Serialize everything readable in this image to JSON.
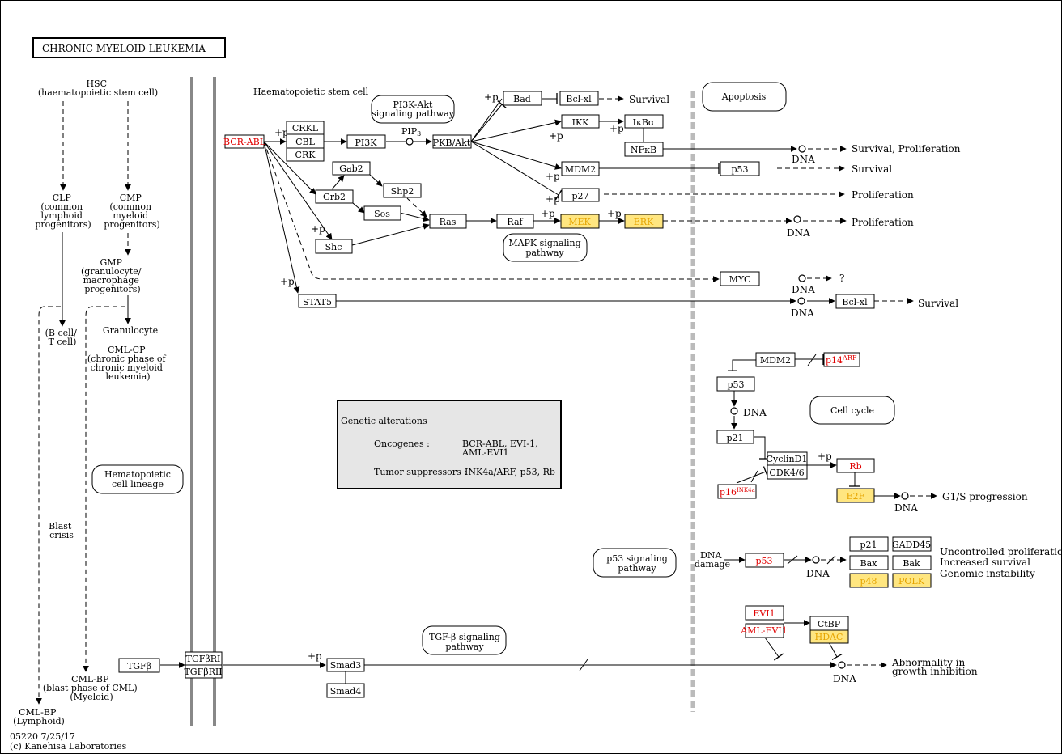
{
  "title": "CHRONIC  MYELOID  LEUKEMIA",
  "footer": {
    "map_id": "05220 7/25/17",
    "copyright": "(c) Kanehisa Laboratories"
  },
  "lineage": {
    "hsc": [
      "HSC",
      "(haematopoietic stem cell)"
    ],
    "clp": [
      "CLP",
      "(common",
      "lymphoid",
      "progenitors)"
    ],
    "cmp": [
      "CMP",
      "(common",
      "myeloid",
      "progenitors)"
    ],
    "gmp": [
      "GMP",
      "(granulocyte/",
      "macrophage",
      "progenitors)"
    ],
    "bt": [
      "(B cell/",
      "T cell)"
    ],
    "granulocyte": "Granulocyte",
    "cmlcp": [
      "CML-CP",
      "(chronic phase of",
      "chronic myeloid",
      "leukemia)"
    ],
    "blast": [
      "Blast",
      "crisis"
    ],
    "cmlbp_myeloid": [
      "CML-BP",
      "(blast phase of CML)",
      "(Myeloid)"
    ],
    "cmlbp_lymphoid": [
      "CML-BP",
      "(Lymphoid)"
    ]
  },
  "pathway_links": {
    "hematopoietic": [
      "Hematopoietic",
      "cell lineage"
    ],
    "pi3k": [
      "PI3K-Akt",
      "signaling pathway"
    ],
    "mapk": [
      "MAPK signaling",
      "pathway"
    ],
    "apoptosis": "Apoptosis",
    "cellcycle": "Cell cycle",
    "p53": [
      "p53 signaling",
      "pathway"
    ],
    "tgfb": [
      "TGF-β signaling",
      "pathway"
    ]
  },
  "labels": {
    "hsc_region": "Haematopoietic stem cell",
    "plus_p": "+p",
    "pip3": "PIP",
    "pip3_sub": "3",
    "dna": "DNA",
    "question": "?",
    "dna_damage": [
      "DNA",
      "damage"
    ]
  },
  "genes": {
    "bcrabl": "BCR-ABL",
    "crkl": "CRKL",
    "cbl": "CBL",
    "crk": "CRK",
    "pi3k": "PI3K",
    "pkb": "PKB/Akt",
    "bad": "Bad",
    "bclxl": "Bcl-xl",
    "ikk": "IKK",
    "ikba": "IκBα",
    "nfkb": "NFκB",
    "mdm2": "MDM2",
    "p53": "p53",
    "p27": "p27",
    "gab2": "Gab2",
    "shp2": "Shp2",
    "grb2": "Grb2",
    "sos": "Sos",
    "shc": "Shc",
    "ras": "Ras",
    "raf": "Raf",
    "mek": "MEK",
    "erk": "ERK",
    "myc": "MYC",
    "stat5": "STAT5",
    "bclxl2": "Bcl-xl",
    "mdm2b": "MDM2",
    "p14": "p14",
    "p14_sup": "ARF",
    "p53b": "p53",
    "p21": "p21",
    "cyclind1": "CyclinD1",
    "cdk46": "CDK4/6",
    "p16": "p16",
    "p16_sup": "INK4a",
    "rb": "Rb",
    "e2f": "E2F",
    "p53c": "p53",
    "p21b": "p21",
    "gadd45": "GADD45",
    "bax": "Bax",
    "bak": "Bak",
    "p48": "p48",
    "polk": "POLK",
    "evi1": "EVI1",
    "amlevi1": "AML-EVI1",
    "ctbp": "CtBP",
    "hdac": "HDAC",
    "tgfb": "TGFβ",
    "tgfbr1": "TGFβRI",
    "tgfbr2": "TGFβRII",
    "smad3": "Smad3",
    "smad4": "Smad4"
  },
  "outcomes": {
    "survival1": "Survival",
    "survprolif": "Survival, Proliferation",
    "survival2": "Survival",
    "prolif1": "Proliferation",
    "prolif2": "Proliferation",
    "survival3": "Survival",
    "g1s": "G1/S progression",
    "uncontrolled": "Uncontrolled proliferation",
    "increased": "Increased survival",
    "genomic": "Genomic instability",
    "abnormality": [
      "Abnormality in",
      "growth inhibition"
    ]
  },
  "genetic_alterations": {
    "heading": "Genetic alterations",
    "oncogenes_label": "Oncogenes :",
    "oncogenes": [
      "BCR-ABL, EVI-1,",
      "AML-EVI1"
    ],
    "suppressors_label": "Tumor suppressors :",
    "suppressors": "INK4a/ARF, p53, Rb"
  },
  "colors": {
    "oncogene": "#e00000",
    "highlight": "#ffe680",
    "highlight_text": "#e6a400",
    "membrane": "#888888"
  }
}
